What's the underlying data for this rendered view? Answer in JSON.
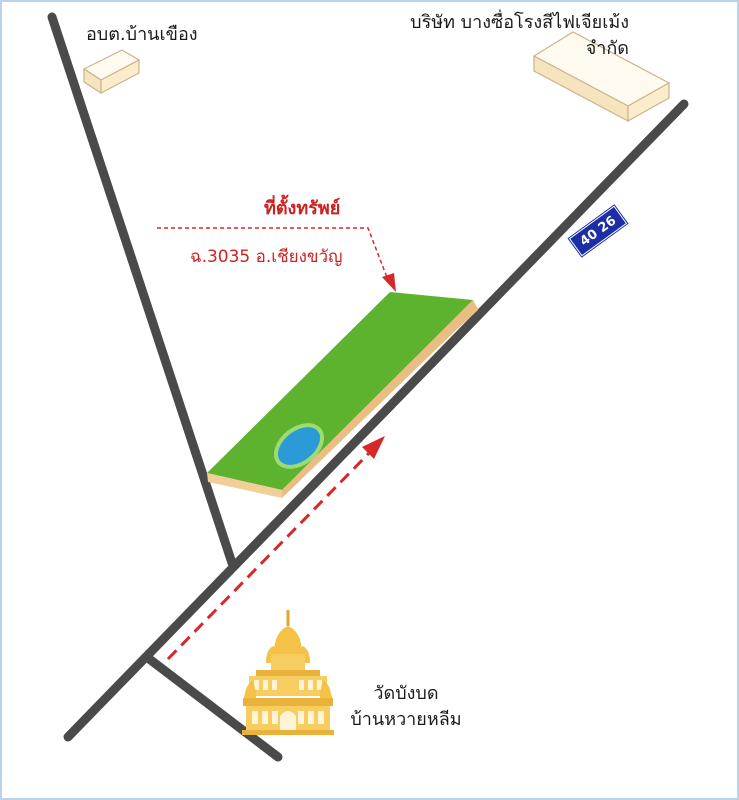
{
  "labels": {
    "office": "อบต.บ้านเขือง",
    "company_line1": "บริษัท บางซื่อโรงสีไฟเจียเม้ง",
    "company_line2": "จำกัด",
    "property_title": "ที่ตั้งทรัพย์",
    "property_address": "ฉ.3035 อ.เชียงขวัญ",
    "temple_line1": "วัดบังบด",
    "temple_line2": "บ้านหวายหลีม"
  },
  "road_badge": "40 26",
  "colors": {
    "road": "#4a4a4a",
    "land": "#5db32e",
    "land_edge": "#f2cf9a",
    "pond": "#2a9bd6",
    "arrow": "#d62828",
    "temple": "#f5c146",
    "building": "#fdf3d8",
    "badge": "#1b2ea6",
    "border": "#b9d3ee"
  },
  "icons": {
    "temple": "temple-icon",
    "buildings": "building-icon",
    "pond": "pond-icon"
  }
}
